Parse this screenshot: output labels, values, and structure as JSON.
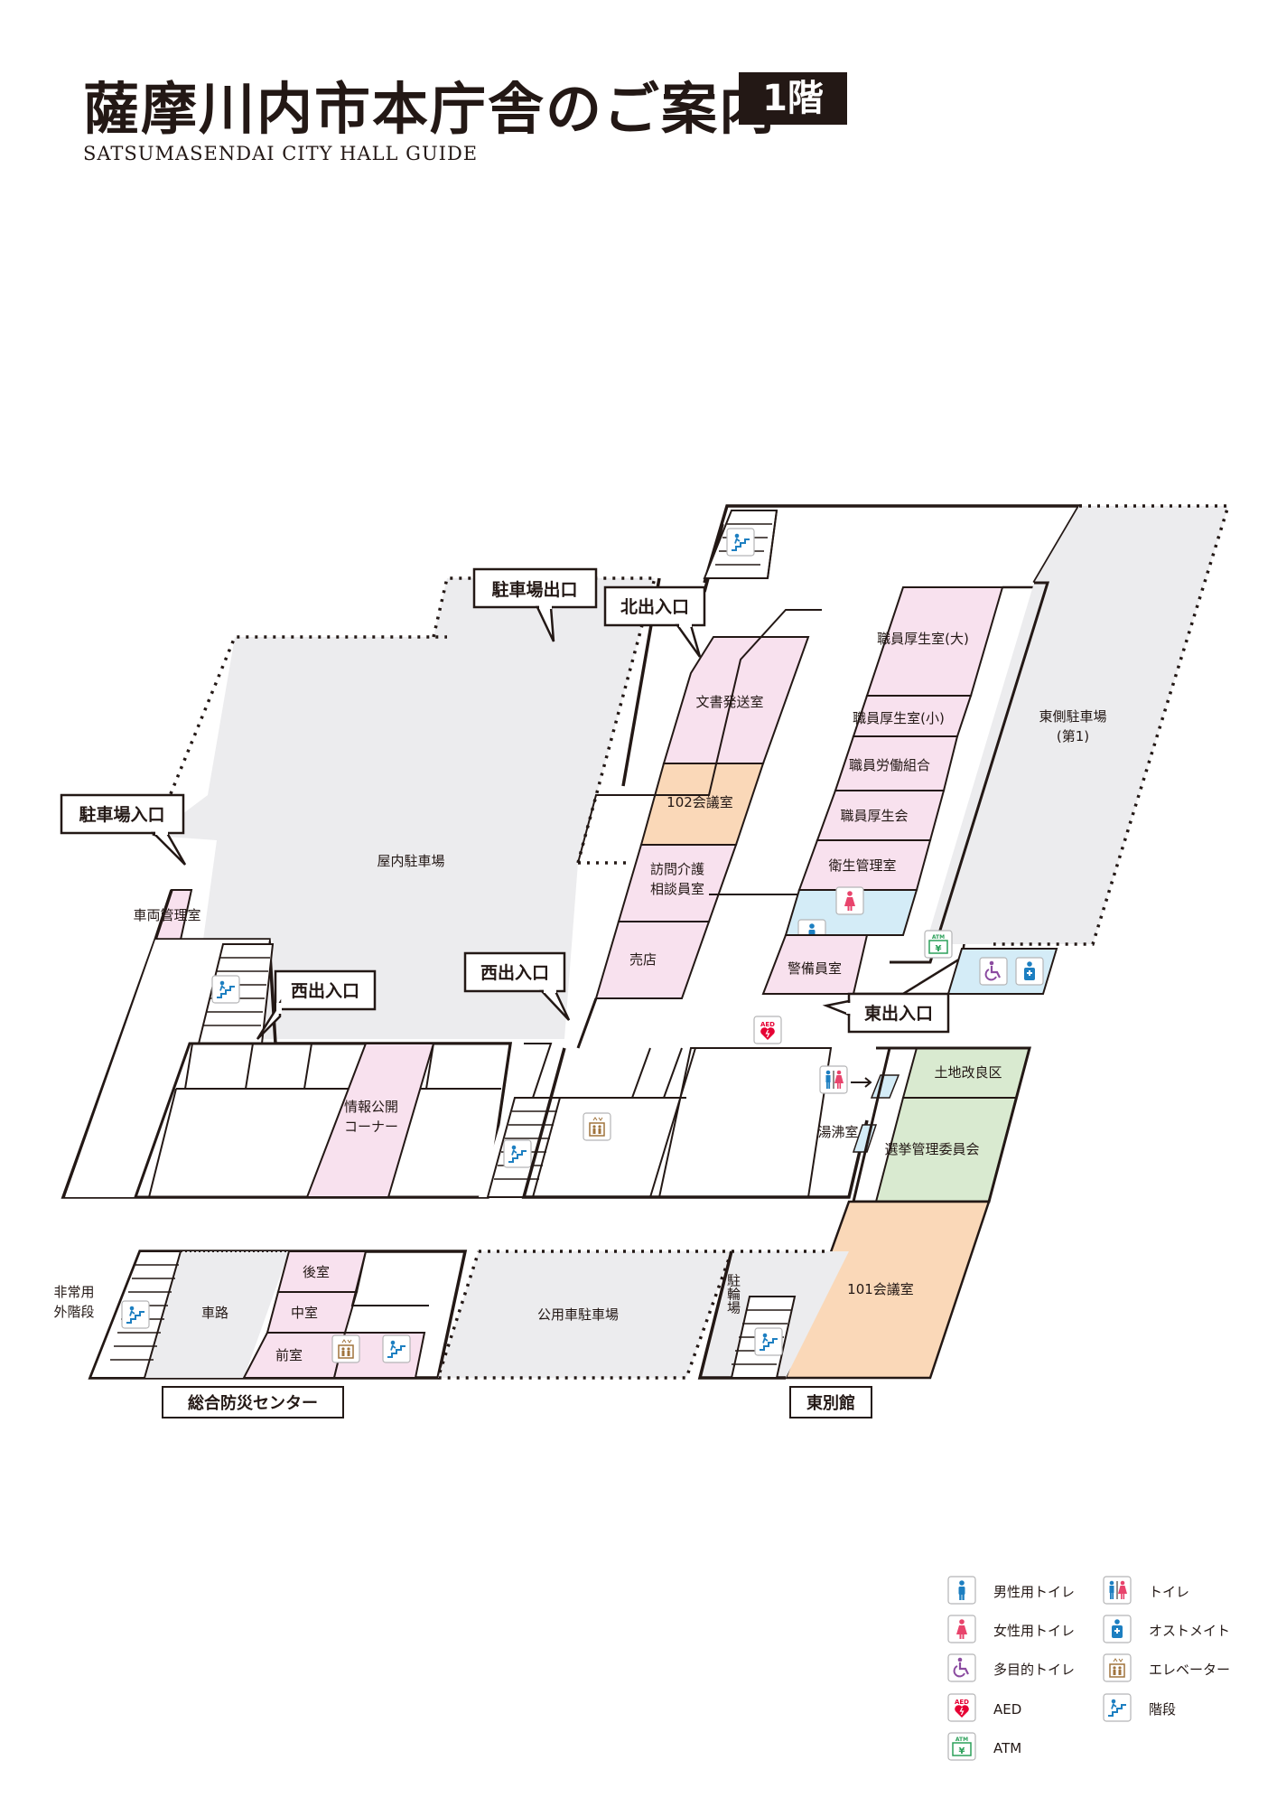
{
  "header": {
    "title": "薩摩川内市本庁舎のご案内",
    "floor": "1階",
    "subtitle": "SATSUMASENDAI  CITY HALL GUIDE"
  },
  "colors": {
    "pink": "#f8e1ee",
    "orange": "#fad8b8",
    "green": "#d9ead0",
    "blue": "#d4ecf7",
    "gray": "#ececee",
    "line": "#231815",
    "male": "#1d7fc1",
    "female": "#e8446c",
    "accessible": "#8b4ba0",
    "elevator": "#a0733c",
    "atm": "#2ca05a",
    "aed": "#e60033"
  },
  "rooms": {
    "indoor_parking": "屋内駐車場",
    "vehicle_office": "車両管理室",
    "document_room": "文書発送室",
    "meeting_102": "102会議室",
    "care_consult": [
      "訪問介護",
      "相談員室"
    ],
    "shop": "売店",
    "staff_welfare_large": "職員厚生室(大)",
    "staff_welfare_small": "職員厚生室(小)",
    "staff_union": "職員労働組合",
    "staff_welfare_assoc": "職員厚生会",
    "hygiene_room": "衛生管理室",
    "guard_room": "警備員室",
    "east_parking": [
      "東側駐車場",
      "(第1)"
    ],
    "info_corner": [
      "情報公開",
      "コーナー"
    ],
    "land_improvement": "土地改良区",
    "kettle_room": "湯沸室",
    "election_committee": "選挙管理委員会",
    "meeting_101": "101会議室",
    "rear_room": "後室",
    "middle_room": "中室",
    "front_room": "前室",
    "roadway": "車路",
    "emergency_stairs": [
      "非常用",
      "外階段"
    ],
    "official_parking": "公用車駐車場",
    "bicycle_parking": "駐輪場"
  },
  "callouts": {
    "parking_exit": "駐車場出口",
    "north_entrance": "北出入口",
    "parking_entrance": "駐車場入口",
    "west_entrance_1": "西出入口",
    "west_entrance_2": "西出入口",
    "east_entrance": "東出入口",
    "disaster_center": "総合防災センター",
    "east_annex": "東別館"
  },
  "legend": [
    {
      "icon": "male-toilet-icon",
      "label": "男性用トイレ"
    },
    {
      "icon": "toilet-icon",
      "label": "トイレ"
    },
    {
      "icon": "female-toilet-icon",
      "label": "女性用トイレ"
    },
    {
      "icon": "ostomate-icon",
      "label": "オストメイト"
    },
    {
      "icon": "accessible-toilet-icon",
      "label": "多目的トイレ"
    },
    {
      "icon": "elevator-icon",
      "label": "エレベーター"
    },
    {
      "icon": "aed-icon",
      "label": "AED"
    },
    {
      "icon": "stairs-icon",
      "label": "階段"
    },
    {
      "icon": "atm-icon",
      "label": "ATM"
    }
  ]
}
